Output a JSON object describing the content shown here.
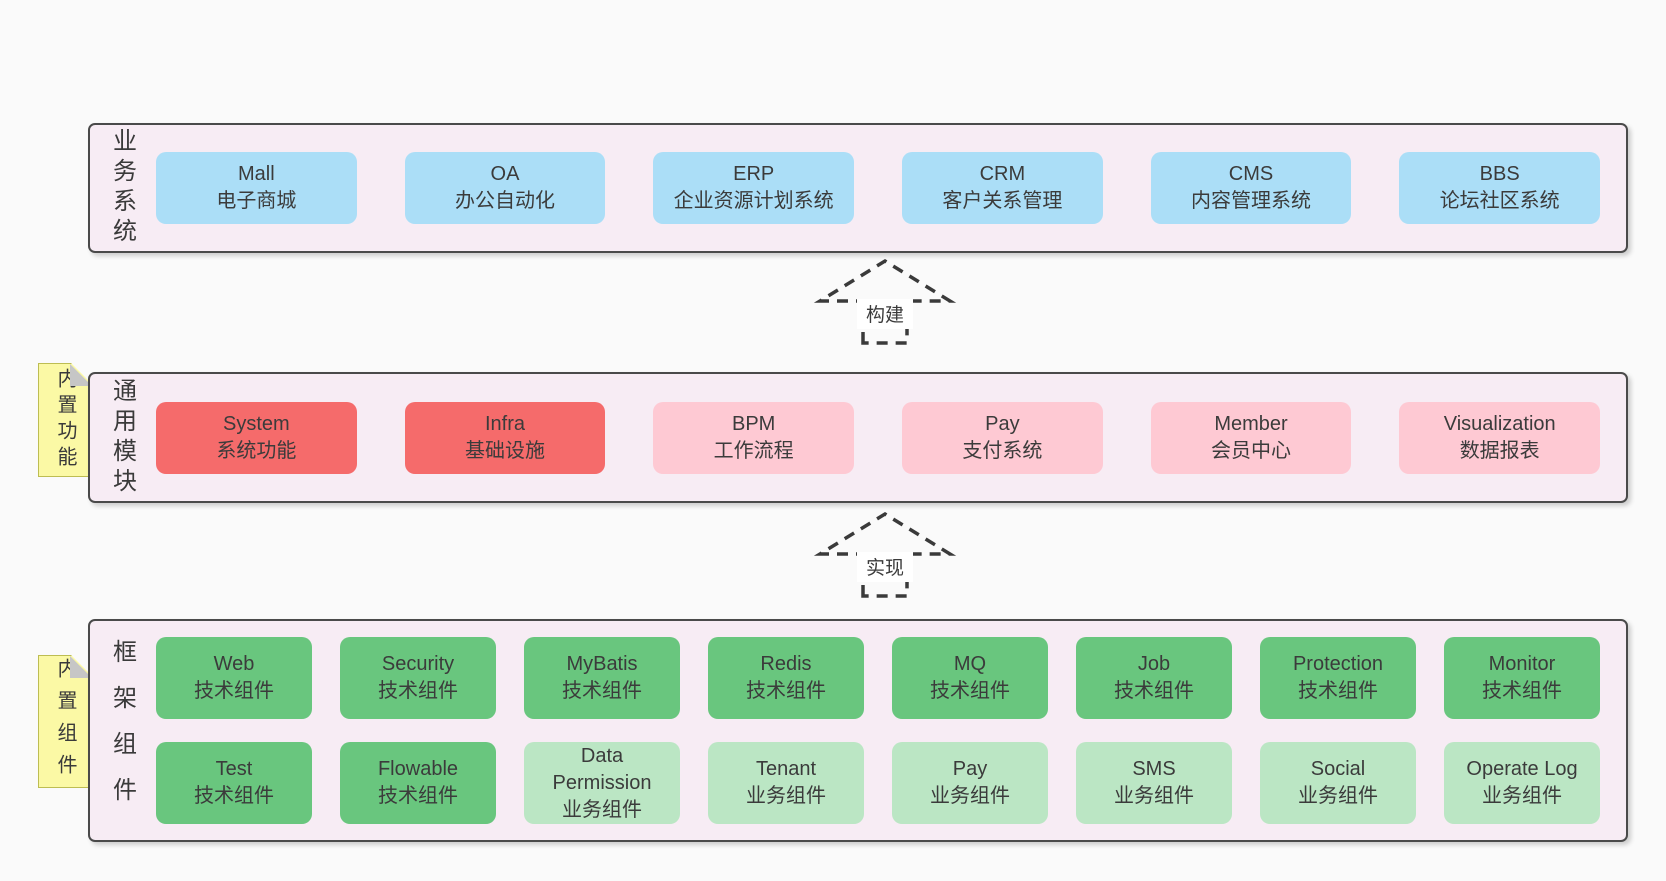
{
  "colors": {
    "blue": "#abdef7",
    "red": "#f56b6b",
    "pink": "#fec9d3",
    "green": "#69c67e",
    "lightgreen": "#bbe6c4",
    "band_bg": "#f7ecf4",
    "band_border": "#4a4a4a",
    "note_yellow": "#fbf9a5",
    "fold_gray": "#c6c6c6",
    "text": "#3b3b3b",
    "arrow": "#3a3a3a"
  },
  "arrows": [
    {
      "label": "构建"
    },
    {
      "label": "实现"
    }
  ],
  "bands": [
    {
      "label": "业务系统",
      "note": null,
      "rows": [
        [
          {
            "id": "mall",
            "name": "Mall",
            "desc": "电子商城",
            "type": "blue"
          },
          {
            "id": "oa",
            "name": "OA",
            "desc": "办公自动化",
            "type": "blue"
          },
          {
            "id": "erp",
            "name": "ERP",
            "desc": "企业资源计划系统",
            "type": "blue"
          },
          {
            "id": "crm",
            "name": "CRM",
            "desc": "客户关系管理",
            "type": "blue"
          },
          {
            "id": "cms",
            "name": "CMS",
            "desc": "内容管理系统",
            "type": "blue"
          },
          {
            "id": "bbs",
            "name": "BBS",
            "desc": "论坛社区系统",
            "type": "blue"
          }
        ]
      ]
    },
    {
      "label": "通用模块",
      "note": "内置功能",
      "rows": [
        [
          {
            "id": "system",
            "name": "System",
            "desc": "系统功能",
            "type": "red"
          },
          {
            "id": "infra",
            "name": "Infra",
            "desc": "基础设施",
            "type": "red"
          },
          {
            "id": "bpm",
            "name": "BPM",
            "desc": "工作流程",
            "type": "pink"
          },
          {
            "id": "pay",
            "name": "Pay",
            "desc": "支付系统",
            "type": "pink"
          },
          {
            "id": "member",
            "name": "Member",
            "desc": "会员中心",
            "type": "pink"
          },
          {
            "id": "visualization",
            "name": "Visualization",
            "desc": "数据报表",
            "type": "pink"
          }
        ]
      ]
    },
    {
      "label": "框架组件",
      "note": "内置组件",
      "rows": [
        [
          {
            "id": "web",
            "name": "Web",
            "desc": "技术组件",
            "type": "green"
          },
          {
            "id": "security",
            "name": "Security",
            "desc": "技术组件",
            "type": "green"
          },
          {
            "id": "mybatis",
            "name": "MyBatis",
            "desc": "技术组件",
            "type": "green"
          },
          {
            "id": "redis",
            "name": "Redis",
            "desc": "技术组件",
            "type": "green"
          },
          {
            "id": "mq",
            "name": "MQ",
            "desc": "技术组件",
            "type": "green"
          },
          {
            "id": "job",
            "name": "Job",
            "desc": "技术组件",
            "type": "green"
          },
          {
            "id": "protection",
            "name": "Protection",
            "desc": "技术组件",
            "type": "green"
          },
          {
            "id": "monitor",
            "name": "Monitor",
            "desc": "技术组件",
            "type": "green"
          }
        ],
        [
          {
            "id": "test",
            "name": "Test",
            "desc": "技术组件",
            "type": "green"
          },
          {
            "id": "flowable",
            "name": "Flowable",
            "desc": "技术组件",
            "type": "green"
          },
          {
            "id": "data-permission",
            "name": "Data Permission",
            "desc": "业务组件",
            "type": "lightgreen"
          },
          {
            "id": "tenant",
            "name": "Tenant",
            "desc": "业务组件",
            "type": "lightgreen"
          },
          {
            "id": "pay-biz",
            "name": "Pay",
            "desc": "业务组件",
            "type": "lightgreen"
          },
          {
            "id": "sms",
            "name": "SMS",
            "desc": "业务组件",
            "type": "lightgreen"
          },
          {
            "id": "social",
            "name": "Social",
            "desc": "业务组件",
            "type": "lightgreen"
          },
          {
            "id": "operate-log",
            "name": "Operate Log",
            "desc": "业务组件",
            "type": "lightgreen"
          }
        ]
      ]
    }
  ]
}
